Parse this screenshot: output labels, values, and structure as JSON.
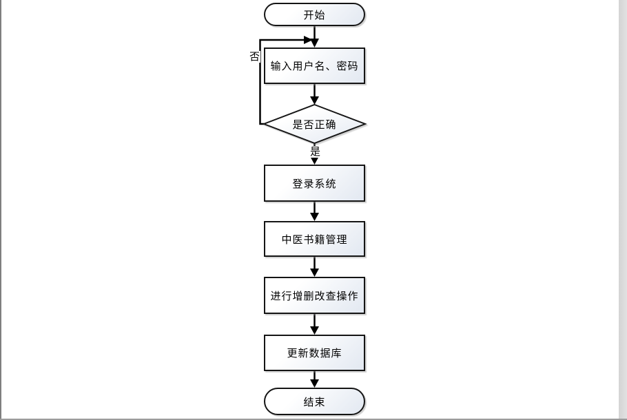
{
  "diagram": {
    "type": "flowchart",
    "language": "zh-CN",
    "nodes": [
      {
        "id": "start",
        "shape": "terminator",
        "label": "开始"
      },
      {
        "id": "input-credentials",
        "shape": "process",
        "label": "输入用户名、密码"
      },
      {
        "id": "is-correct",
        "shape": "decision",
        "label": "是否正确"
      },
      {
        "id": "login-system",
        "shape": "process",
        "label": "登录系统"
      },
      {
        "id": "book-management",
        "shape": "process",
        "label": "中医书籍管理"
      },
      {
        "id": "crud-operations",
        "shape": "process",
        "label": "进行增删改查操作"
      },
      {
        "id": "update-database",
        "shape": "process",
        "label": "更新数据库"
      },
      {
        "id": "end",
        "shape": "terminator",
        "label": "结束"
      }
    ],
    "edges": [
      {
        "from": "start",
        "to": "input-credentials",
        "label": ""
      },
      {
        "from": "input-credentials",
        "to": "is-correct",
        "label": ""
      },
      {
        "from": "is-correct",
        "to": "login-system",
        "label": "是"
      },
      {
        "from": "is-correct",
        "to": "input-credentials",
        "label": "否"
      },
      {
        "from": "login-system",
        "to": "book-management",
        "label": ""
      },
      {
        "from": "book-management",
        "to": "crud-operations",
        "label": ""
      },
      {
        "from": "crud-operations",
        "to": "update-database",
        "label": ""
      },
      {
        "from": "update-database",
        "to": "end",
        "label": ""
      }
    ],
    "colors": {
      "node_border": "#141414",
      "node_fill_top": "#ffffff",
      "node_fill_bottom": "#e2e8f1",
      "connector": "#000000",
      "page_background": "#ffffff",
      "left_edge_line": "#7f7f7f",
      "right_gutter": "#d9d9d9",
      "bottom_edge_line": "#9c9c9c"
    }
  }
}
